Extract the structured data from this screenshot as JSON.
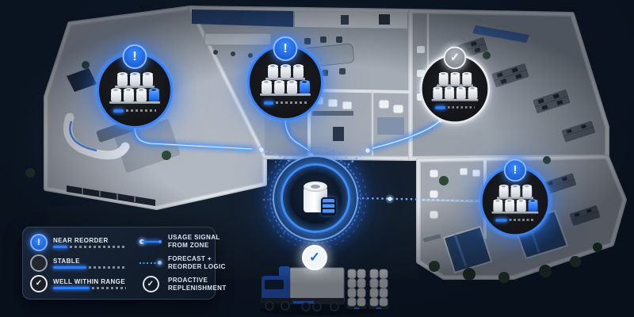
{
  "legend": {
    "status_items": [
      {
        "id": "near-reorder",
        "icon": "exclamation-badge-icon",
        "glyph": "!",
        "label": "NEAR REORDER",
        "bar_fill_percent": 20
      },
      {
        "id": "stable",
        "icon": "ring-badge-icon",
        "glyph": "",
        "label": "STABLE",
        "bar_fill_percent": 46
      },
      {
        "id": "well-within-range",
        "icon": "check-badge-icon",
        "glyph": "✓",
        "label": "WELL WITHIN RANGE",
        "bar_fill_percent": 50
      }
    ],
    "flow_items": [
      {
        "id": "usage-signal",
        "icon": "solid-line-icon",
        "glyph": "",
        "label": "USAGE SIGNAL FROM ZONE"
      },
      {
        "id": "forecast-reorder",
        "icon": "dotted-line-icon",
        "glyph": "",
        "label": "FORECAST + REORDER LOGIC"
      },
      {
        "id": "proactive-replenishment",
        "icon": "check-circle-icon",
        "glyph": "✓",
        "label": "PROACTIVE REPLENISHMENT"
      }
    ]
  },
  "zones": [
    {
      "id": "zone-1",
      "status": "near-reorder",
      "status_icon": "exclamation-icon",
      "glyph": "!",
      "ring_color": "#3b82f6",
      "rolls_white": 6,
      "rolls_blue": 1,
      "bar_fill_percent": 24
    },
    {
      "id": "zone-2",
      "status": "near-reorder",
      "status_icon": "exclamation-icon",
      "glyph": "!",
      "ring_color": "#3b82f6",
      "rolls_white": 6,
      "rolls_blue": 1,
      "bar_fill_percent": 22
    },
    {
      "id": "zone-3",
      "status": "well-within-range",
      "status_icon": "check-icon",
      "glyph": "✓",
      "ring_color": "#e6e9ed",
      "rolls_white": 7,
      "rolls_blue": 0,
      "bar_fill_percent": 26
    },
    {
      "id": "zone-4",
      "status": "near-reorder",
      "status_icon": "exclamation-icon",
      "glyph": "!",
      "ring_color": "#3b82f6",
      "rolls_white": 6,
      "rolls_blue": 1,
      "bar_fill_percent": 30
    }
  ],
  "hub": {
    "primary_icon": "paper-roll-icon",
    "secondary_icon": "database-icon"
  },
  "delivery": {
    "status_icon": "check-icon",
    "glyph": "✓",
    "vehicle": "box-truck",
    "cargo": "paper-roll-pallets"
  },
  "colors": {
    "accent_blue": "#2e7df6",
    "glow_blue": "#57a0ff",
    "alert_badge": "#1f6fe8",
    "neutral_ring": "#e6e9ed",
    "background_navy": "#0e1a2a",
    "panel": "#16202f",
    "wall_gray": "#d8dce2",
    "floor_gray": "#a6adb6"
  }
}
